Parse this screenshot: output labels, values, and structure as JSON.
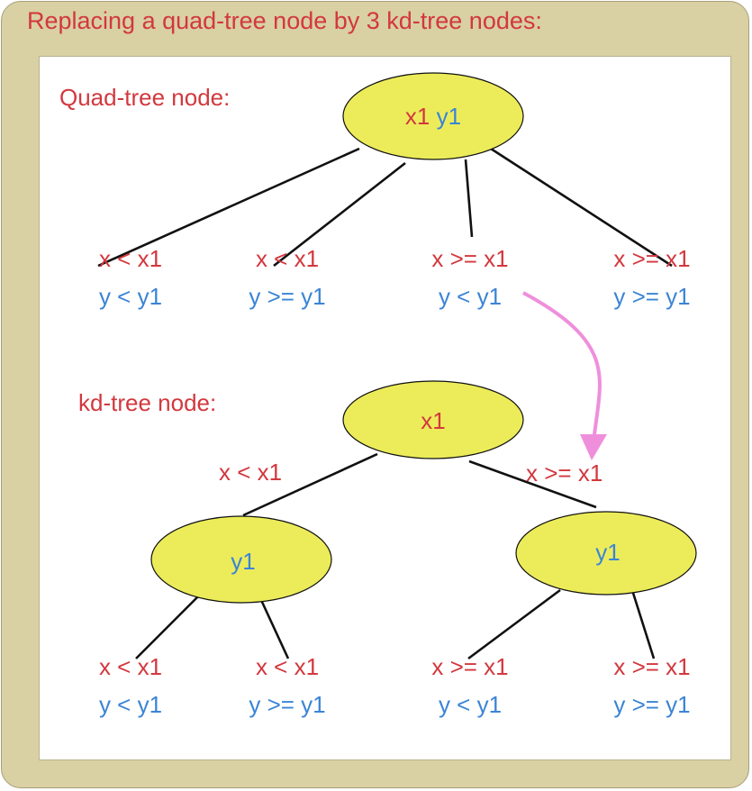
{
  "title": "Replacing a quad-tree node by 3 kd-tree nodes:",
  "quad_section": {
    "label": "Quad-tree node:",
    "root": {
      "x": "x1",
      "y": "y1"
    },
    "children": [
      {
        "x": "x < x1",
        "y": "y < y1"
      },
      {
        "x": "x < x1",
        "y": "y >= y1"
      },
      {
        "x": "x >= x1",
        "y": "y < y1"
      },
      {
        "x": "x >= x1",
        "y": "y >= y1"
      }
    ]
  },
  "kd_section": {
    "label": "kd-tree node:",
    "root": "x1",
    "left_edge": "x < x1",
    "right_edge": "x >= x1",
    "left_node": "y1",
    "right_node": "y1",
    "children": [
      {
        "x": "x < x1",
        "y": "y < y1"
      },
      {
        "x": "x < x1",
        "y": "y >= y1"
      },
      {
        "x": "x >= x1",
        "y": "y < y1"
      },
      {
        "x": "x >= x1",
        "y": "y >= y1"
      }
    ]
  },
  "colors": {
    "x_text": "#d2383e",
    "y_text": "#3b84d6",
    "node_fill": "#ecec5a",
    "arrow": "#ef8fdc"
  }
}
